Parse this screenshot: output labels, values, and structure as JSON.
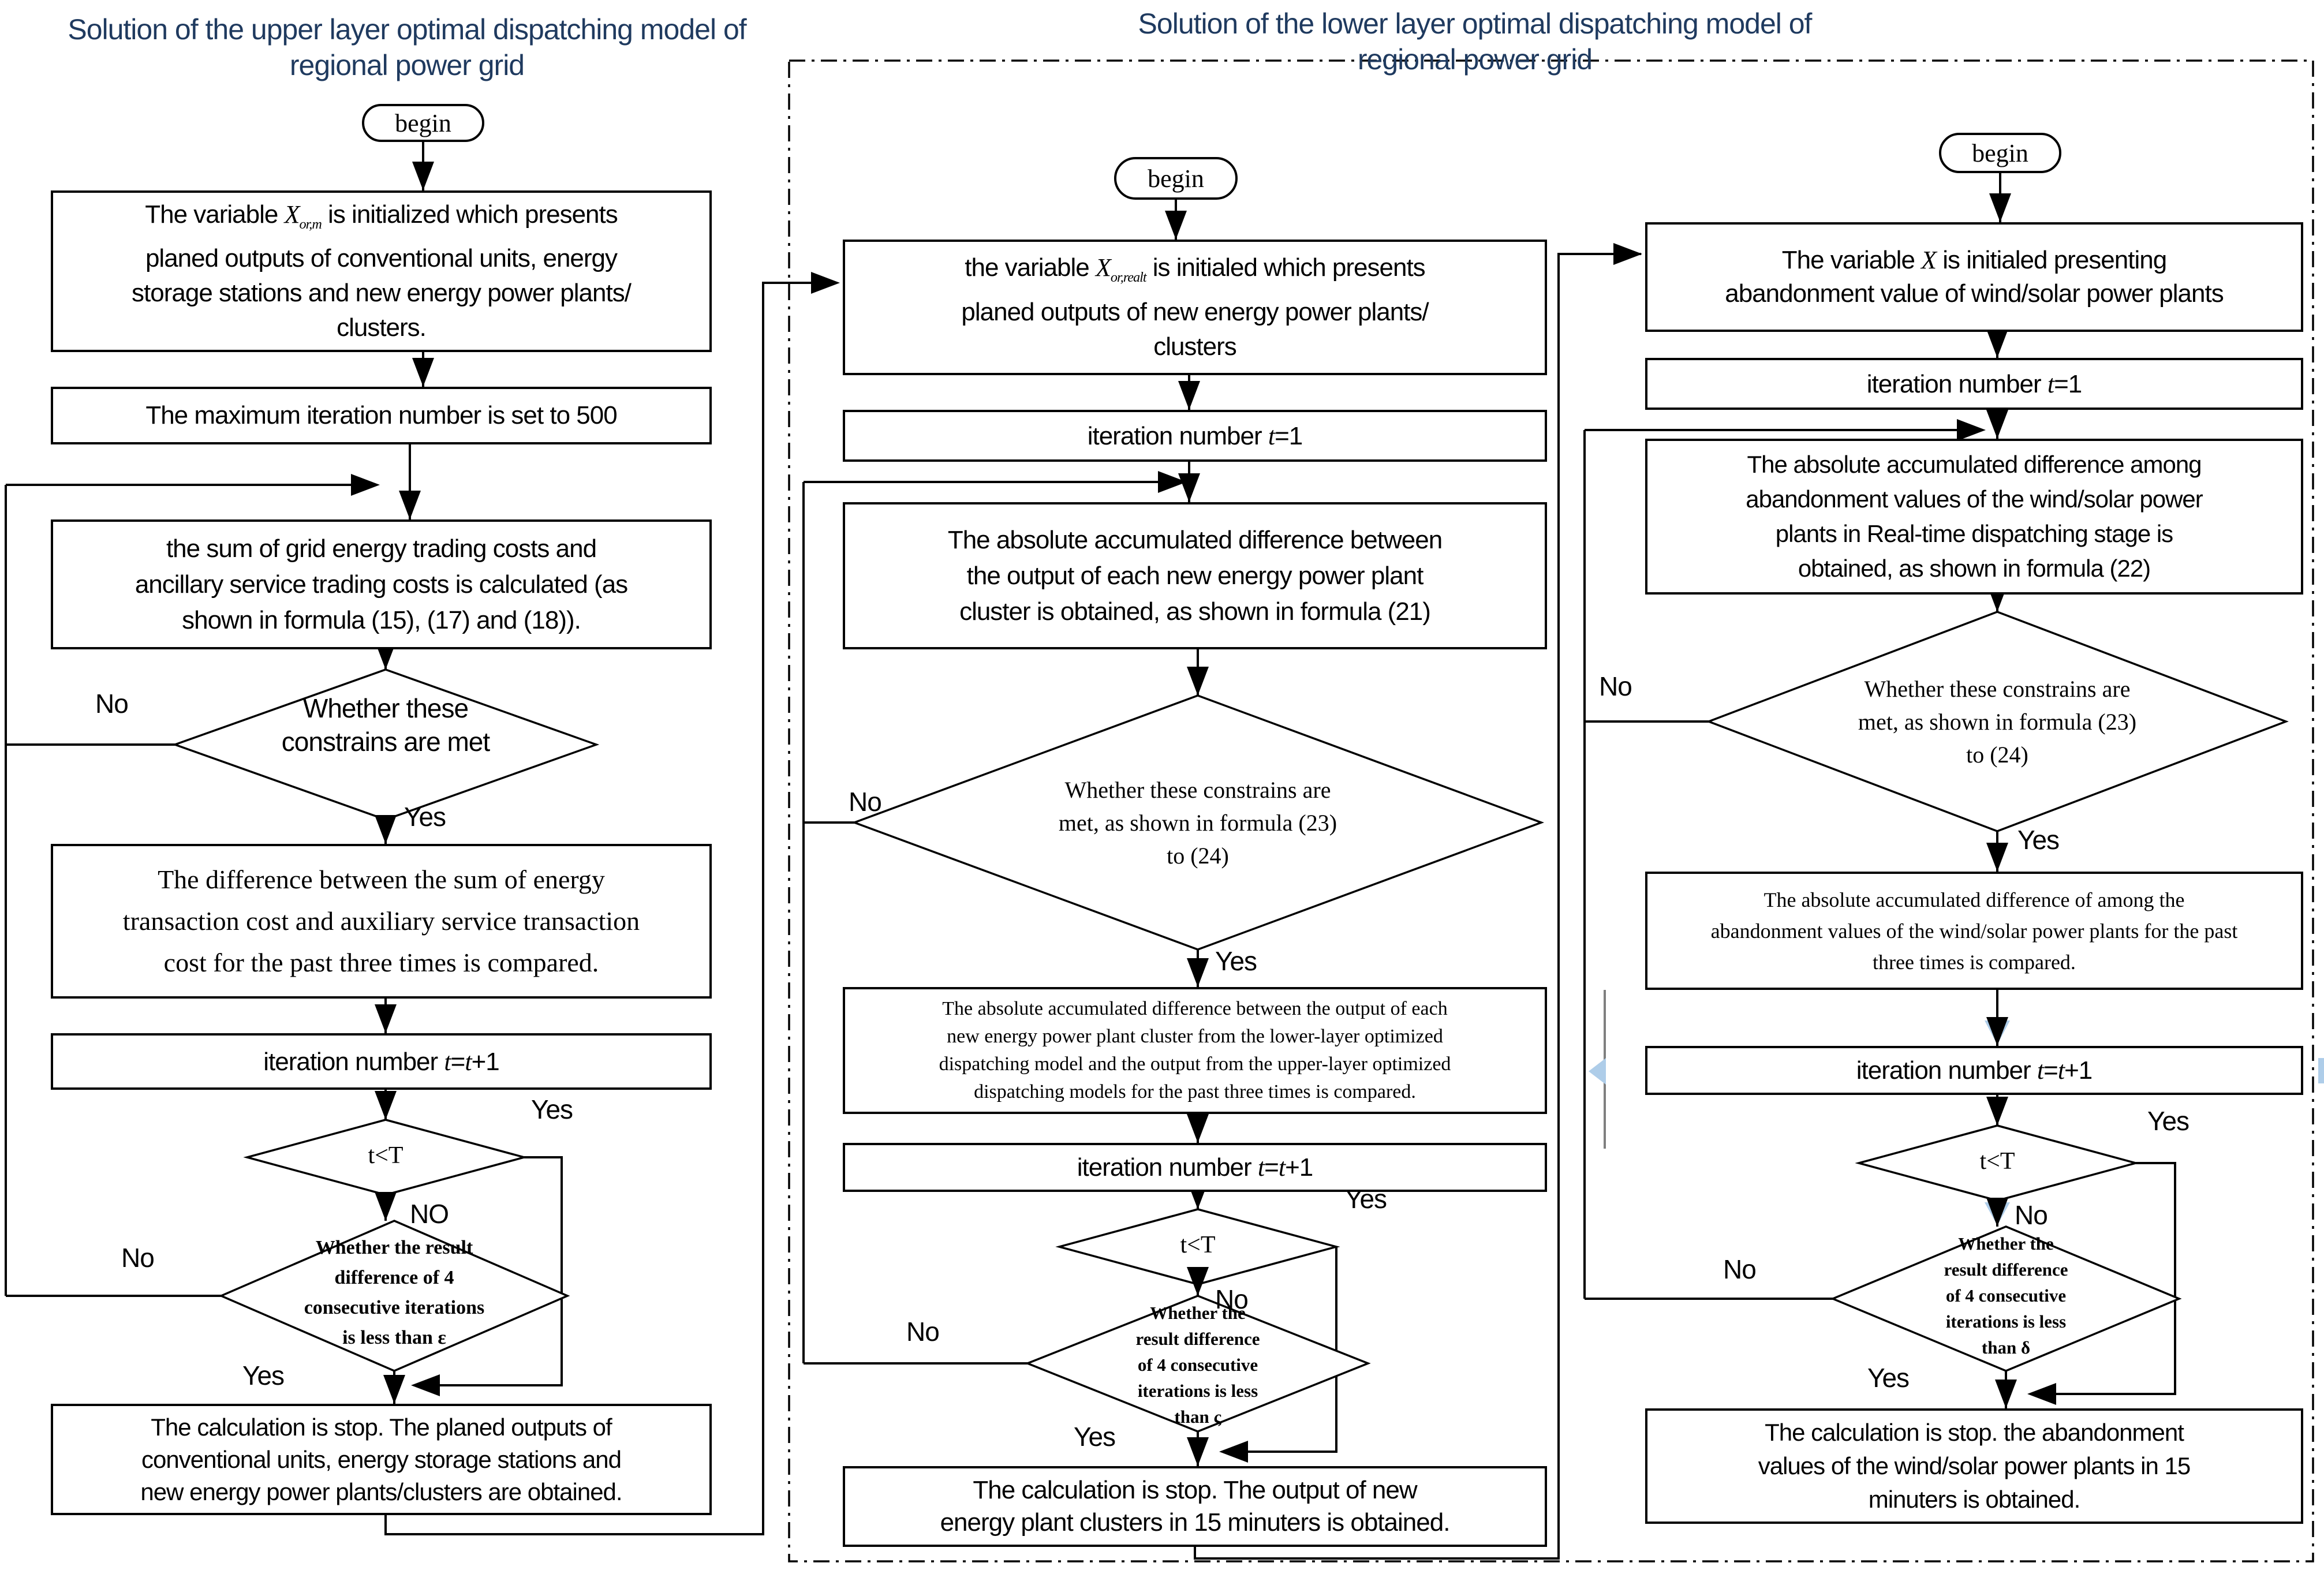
{
  "titles": {
    "upper": "Solution of the upper layer optimal dispatching model of\nregional power grid",
    "lower": "Solution of the lower layer optimal dispatching model of\nregional power grid"
  },
  "labels": {
    "begin": "begin",
    "yes": "Yes",
    "no": "No",
    "no_upper": "NO",
    "t_lt_T": "t<T"
  },
  "upper": {
    "init_pre": "The variable ",
    "init_var": "X",
    "init_sub": "or,m",
    "init_post": " is initialized which presents\nplaned outputs of conventional units, energy\nstorage stations and new energy power plants/\nclusters.",
    "max_iter": "The maximum iteration number is set to 500",
    "calc": "the sum of grid energy trading costs and\nancillary service trading costs is calculated (as\nshown in formula (15), (17) and (18)).",
    "constraints_decision": "Whether these\nconstrains are met",
    "compare": "The difference between the sum of energy\ntransaction cost and auxiliary service transaction\ncost for the past three times is compared.",
    "iter_pre": "iteration number ",
    "iter_t": "t",
    "iter_eq": "=",
    "iter_t2": "t",
    "iter_plus": "+1",
    "result_decision": "Whether the result\ndifference of 4\nconsecutive iterations\nis less than ε",
    "stop": "The calculation is stop. The planed outputs of\nconventional units, energy storage stations and\nnew energy power plants/clusters are obtained."
  },
  "lower_mid": {
    "init_pre": "the variable ",
    "init_var": "X",
    "init_sub": "or,realt",
    "init_post": " is initialed which presents\nplaned outputs of new energy power plants/\nclusters",
    "iter1_pre": "iteration number ",
    "iter1_t": "t",
    "iter1_post": "=1",
    "calc": "The absolute accumulated difference between\nthe output of each new energy power plant\ncluster is obtained, as shown in formula (21)",
    "constraints_decision": "Whether these constrains are\nmet, as shown in formula (23)\nto (24)",
    "compare": "The absolute accumulated difference between the output of each\nnew energy power plant cluster from the lower-layer optimized\ndispatching model and the output from the upper-layer optimized\ndispatching models for the past three times is compared.",
    "iter_pre": "iteration number ",
    "iter_t": "t",
    "iter_eq": "=",
    "iter_t2": "t",
    "iter_plus": "+1",
    "result_decision": "Whether the\nresult difference\nof 4 consecutive\niterations is less\nthan ς",
    "stop": "The calculation is stop. The output of new\nenergy plant clusters in 15 minuters is obtained."
  },
  "lower_right": {
    "init_pre": "The variable ",
    "init_var": "X",
    "init_post": " is initialed presenting\nabandonment value of wind/solar power plants",
    "iter1_pre": "iteration number ",
    "iter1_t": "t",
    "iter1_post": "=1",
    "calc": "The absolute accumulated difference among\nabandonment values of the wind/solar power\nplants in Real-time dispatching stage is\nobtained, as shown in formula (22)",
    "constraints_decision": "Whether these constrains are\nmet, as shown in formula (23)\nto (24)",
    "compare": "The absolute accumulated difference of among the\nabandonment values of the wind/solar power plants for the past\nthree times is compared.",
    "iter_pre": "iteration number ",
    "iter_t": "t",
    "iter_eq": "=",
    "iter_t2": "t",
    "iter_plus": "+1",
    "result_decision": "Whether the\nresult difference\nof 4 consecutive\niterations is less\nthan δ",
    "stop": "The calculation is stop. the abandonment\nvalues of the wind/solar power plants in 15\nminuters is obtained."
  }
}
